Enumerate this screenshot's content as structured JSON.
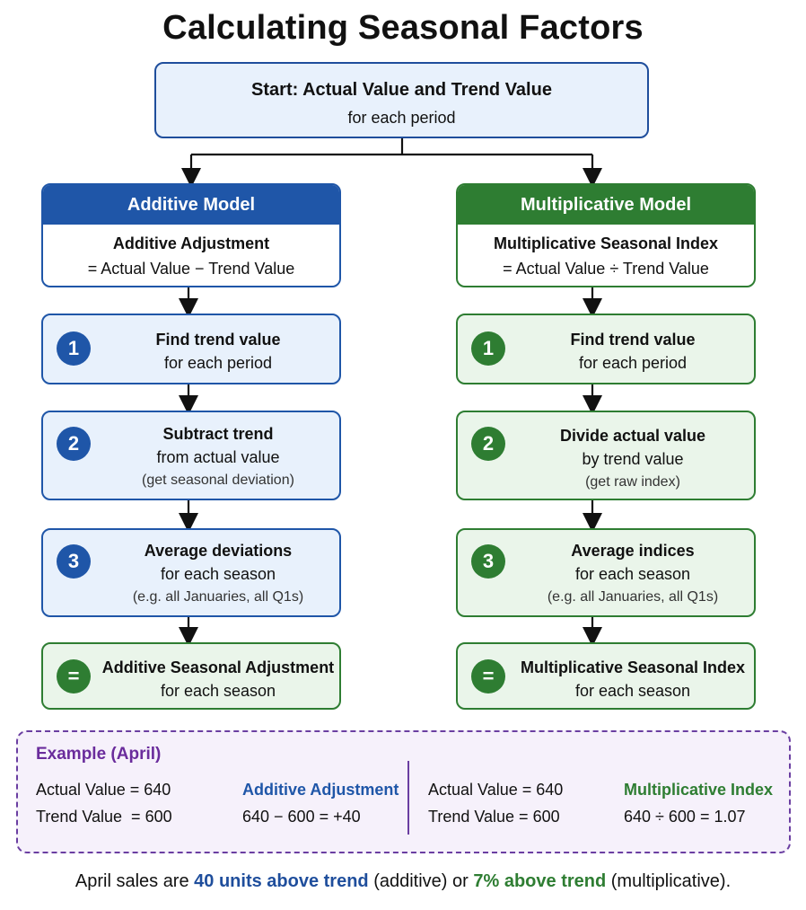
{
  "title": "Calculating Seasonal Factors",
  "start": {
    "title": "Start: Actual Value and Trend Value",
    "subtitle": "for each period"
  },
  "additive": {
    "header": "Additive Model",
    "formula_title": "Additive Adjustment",
    "formula": "= Actual Value − Trend Value",
    "steps": [
      {
        "num": "1",
        "l1": "Find trend value",
        "l2": "for each period",
        "l3": ""
      },
      {
        "num": "2",
        "l1": "Subtract trend",
        "l2": "from actual value",
        "l3": "(get seasonal deviation)"
      },
      {
        "num": "3",
        "l1": "Average deviations",
        "l2": "for each season",
        "l3": "(e.g. all Januaries, all Q1s)"
      }
    ],
    "result": {
      "num": "=",
      "l1": "Additive Seasonal Adjustment",
      "l2": "for each season"
    }
  },
  "multiplicative": {
    "header": "Multiplicative Model",
    "formula_title": "Multiplicative Seasonal Index",
    "formula": "= Actual Value ÷ Trend Value",
    "steps": [
      {
        "num": "1",
        "l1": "Find trend value",
        "l2": "for each period",
        "l3": ""
      },
      {
        "num": "2",
        "l1": "Divide actual value",
        "l2": "by trend value",
        "l3": "(get raw index)"
      },
      {
        "num": "3",
        "l1": "Average indices",
        "l2": "for each season",
        "l3": "(e.g. all Januaries, all Q1s)"
      }
    ],
    "result": {
      "num": "=",
      "l1": "Multiplicative Seasonal Index",
      "l2": "for each season"
    }
  },
  "example": {
    "title": "Example (April)",
    "left": {
      "actual": "Actual Value = 640",
      "trend": "Trend Value  = 600",
      "result_label": "Additive Adjustment",
      "result_calc": "640 − 600 = +40"
    },
    "right": {
      "actual": "Actual Value = 640",
      "trend": "Trend Value = 600",
      "result_label": "Multiplicative Index",
      "result_calc": "640 ÷ 600 = 1.07"
    }
  },
  "footer": {
    "p1": "April sales are ",
    "b1": "40 units above trend",
    "p2": " (additive) or ",
    "b2": "7% above trend",
    "p3": " (multiplicative)."
  },
  "colors": {
    "blue": "#1f56a8",
    "green": "#2e7d32",
    "purple": "#6a3ea1"
  }
}
